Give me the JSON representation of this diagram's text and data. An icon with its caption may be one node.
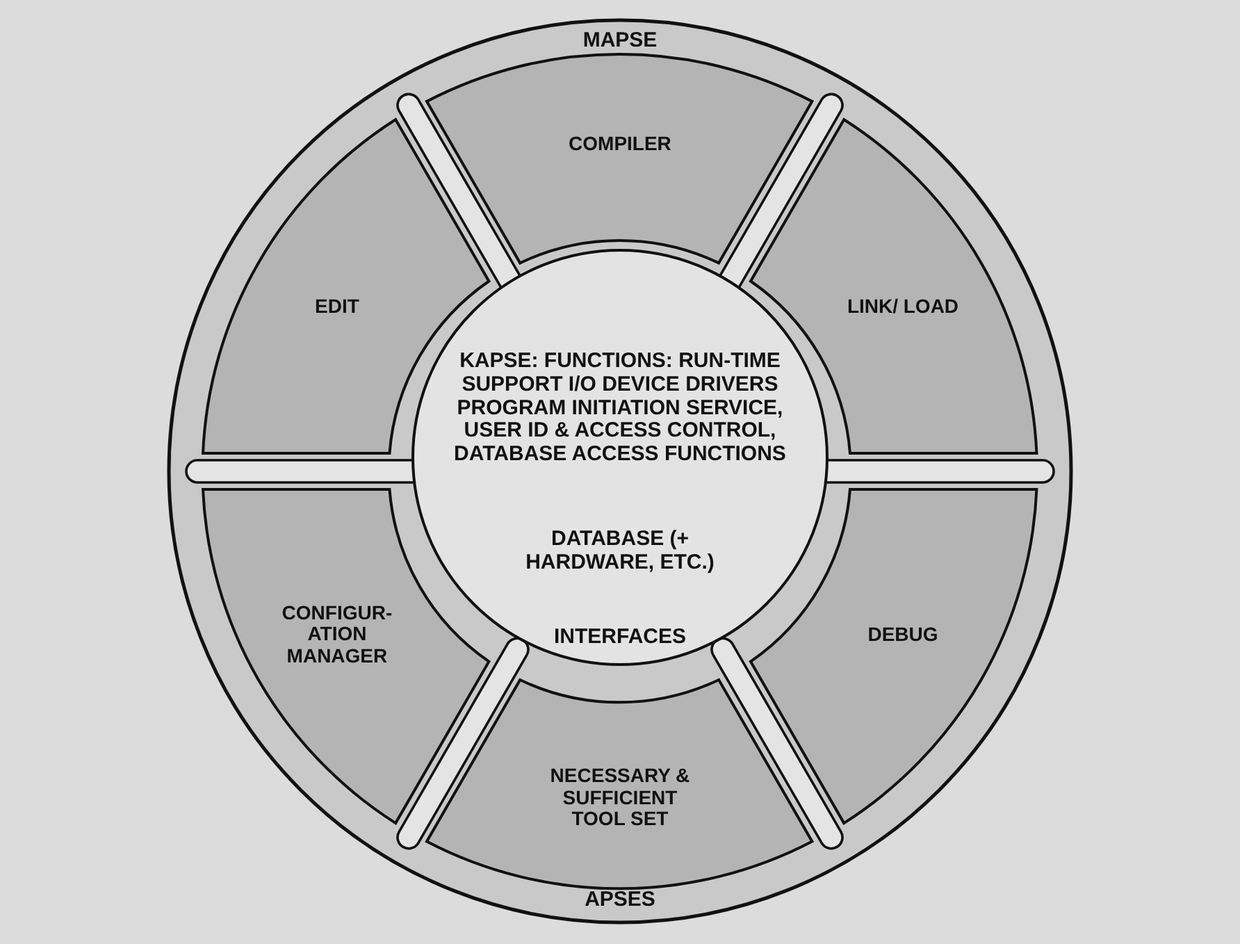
{
  "diagram": {
    "nodes": [
      {
        "text": [
          "MAPSE",
          "APSES"
        ]
      },
      {
        "text": [
          "COMPILER"
        ],
        "in": 0
      },
      {
        "text": [
          "EDIT"
        ],
        "in": 0
      },
      {
        "text": [
          "LINK/ LOAD"
        ],
        "in": 0
      },
      {
        "text": [
          "KAPSE: FUNCTIONS: RUN-TIME SUPPORT I/O DEVICE DRIVERS PROGRAM INITIATION SERVICE, USER ID & ACCESS CONTROL, DATABASE ACCESS FUNCTIONS",
          "DATABASE (+ HARDWARE, ETC.)",
          "INTERFACES"
        ],
        "in": 0
      },
      {
        "text": [
          "CONFIGUR- ATION MANAGER"
        ],
        "in": 0
      },
      {
        "text": [
          "DEBUG"
        ],
        "in": 0
      },
      {
        "text": [
          "NECESSARY & SUFFICIENT TOOL SET"
        ],
        "in": 0
      }
    ]
  }
}
